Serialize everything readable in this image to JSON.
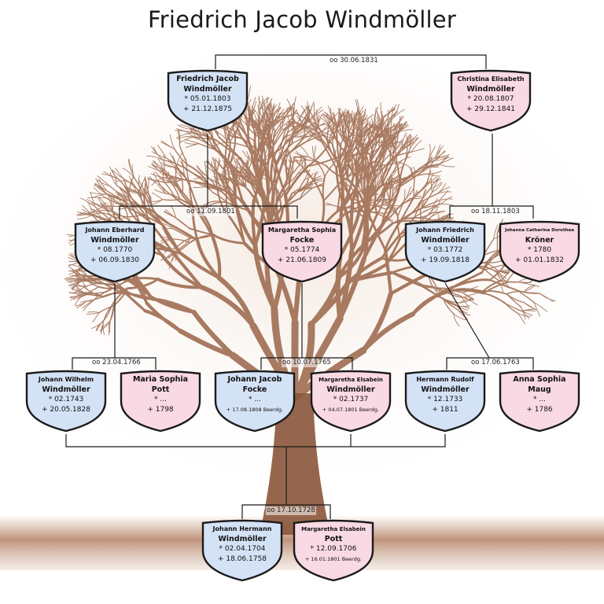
{
  "title": "Friedrich Jacob Windmöller",
  "colors": {
    "male": "#d4e2f6",
    "female": "#f9d9e3",
    "line": "#1a1a1a",
    "tree": "#8b5a3c"
  },
  "marriages": [
    {
      "label": "oo 30.06.1831"
    },
    {
      "label": "oo 11.09.1801"
    },
    {
      "label": "oo 18.11.1803"
    },
    {
      "label": "oo 23.04.1766"
    },
    {
      "label": "oo 10.07.1765"
    },
    {
      "label": "oo 17.06.1763"
    },
    {
      "label": "oo 17.10.1728"
    }
  ],
  "persons": [
    {
      "first": "Friedrich Jacob",
      "last": "Windmöller",
      "birth": "* 05.01.1803",
      "death": "+ 21.12.1875",
      "sex": "m"
    },
    {
      "first": "Christina Elisabeth",
      "last": "Windmöller",
      "birth": "* 20.08.1807",
      "death": "+ 29.12.1841",
      "sex": "f"
    },
    {
      "first": "Johann Eberhard",
      "last": "Windmöller",
      "birth": "* 08.1770",
      "death": "+ 06.09.1830",
      "sex": "m"
    },
    {
      "first": "Margaretha Sophia",
      "last": "Focke",
      "birth": "* 05.1774",
      "death": "+ 21.06.1809",
      "sex": "f"
    },
    {
      "first": "Johann Friedrich",
      "last": "Windmöller",
      "birth": "* 03.1772",
      "death": "+ 19.09.1818",
      "sex": "m"
    },
    {
      "first": "Johanna Catharina Dorothea",
      "last": "Kröner",
      "birth": "* 1780",
      "death": "+ 01.01.1832",
      "sex": "f"
    },
    {
      "first": "Johann Wilhelm",
      "last": "Windmöller",
      "birth": "* 02.1743",
      "death": "+ 20.05.1828",
      "sex": "m"
    },
    {
      "first": "Maria Sophia",
      "last": "Pott",
      "birth": "* ...",
      "death": "+ 1798",
      "sex": "f"
    },
    {
      "first": "Johann Jacob",
      "last": "Focke",
      "birth": "* ...",
      "death": "+ 17.08.1808 Beerdg.",
      "sex": "m"
    },
    {
      "first": "Margaretha Elsabein",
      "last": "Windmöller",
      "birth": "* 02.1737",
      "death": "+ 04.07.1801 Beerdg.",
      "sex": "f"
    },
    {
      "first": "Hermann Rudolf",
      "last": "Windmöller",
      "birth": "* 12.1733",
      "death": "+ 1811",
      "sex": "m"
    },
    {
      "first": "Anna Sophia",
      "last": "Maug",
      "birth": "* ...",
      "death": "+ 1786",
      "sex": "f"
    },
    {
      "first": "Johann Hermann",
      "last": "Windmöller",
      "birth": "* 02.04.1704",
      "death": "+ 18.06.1758",
      "sex": "m"
    },
    {
      "first": "Margaretha Elsabein",
      "last": "Pott",
      "birth": "* 12.09.1706",
      "death": "+ 16.01.1801 Beerdg.",
      "sex": "f"
    }
  ]
}
